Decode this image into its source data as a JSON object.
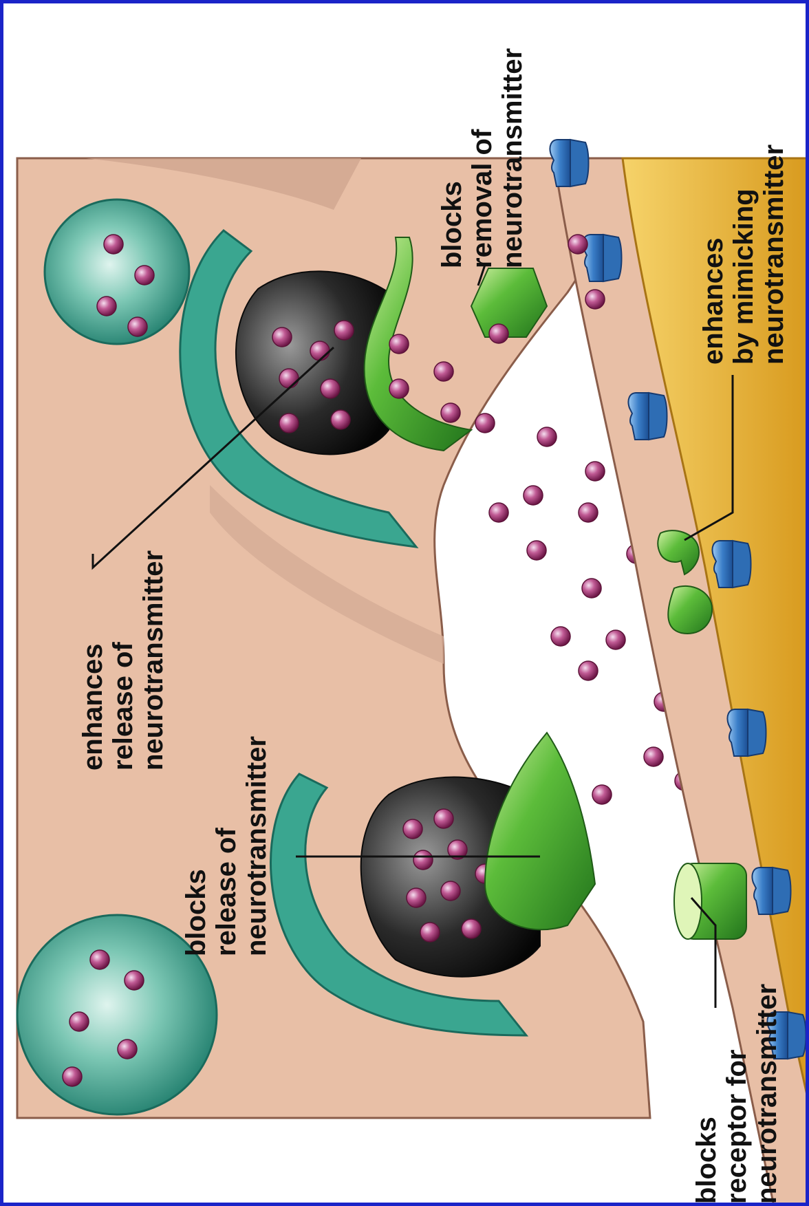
{
  "labels": {
    "enhances_release": "enhances\nrelease of\nneurotransmitter",
    "blocks_release": "blocks\nrelease of\nneurotransmitter",
    "blocks_removal": "blocks\nremoval of\nneurotransmitter",
    "enhances_mimicking": "enhances\nby mimicking\nneurotransmitter",
    "blocks_receptor": "blocks\nreceptor for\nneurotransmitter"
  },
  "colors": {
    "border": "#1a24c8",
    "presynaptic_cytoplasm": "#e8bfa6",
    "vesicle_teal": "#2f9a85",
    "neurotransmitter": "#a0306a",
    "drug_green": "#3a9a2a",
    "receptor_blue": "#3a7ec8",
    "postsynaptic_cell": "#e9b232"
  }
}
